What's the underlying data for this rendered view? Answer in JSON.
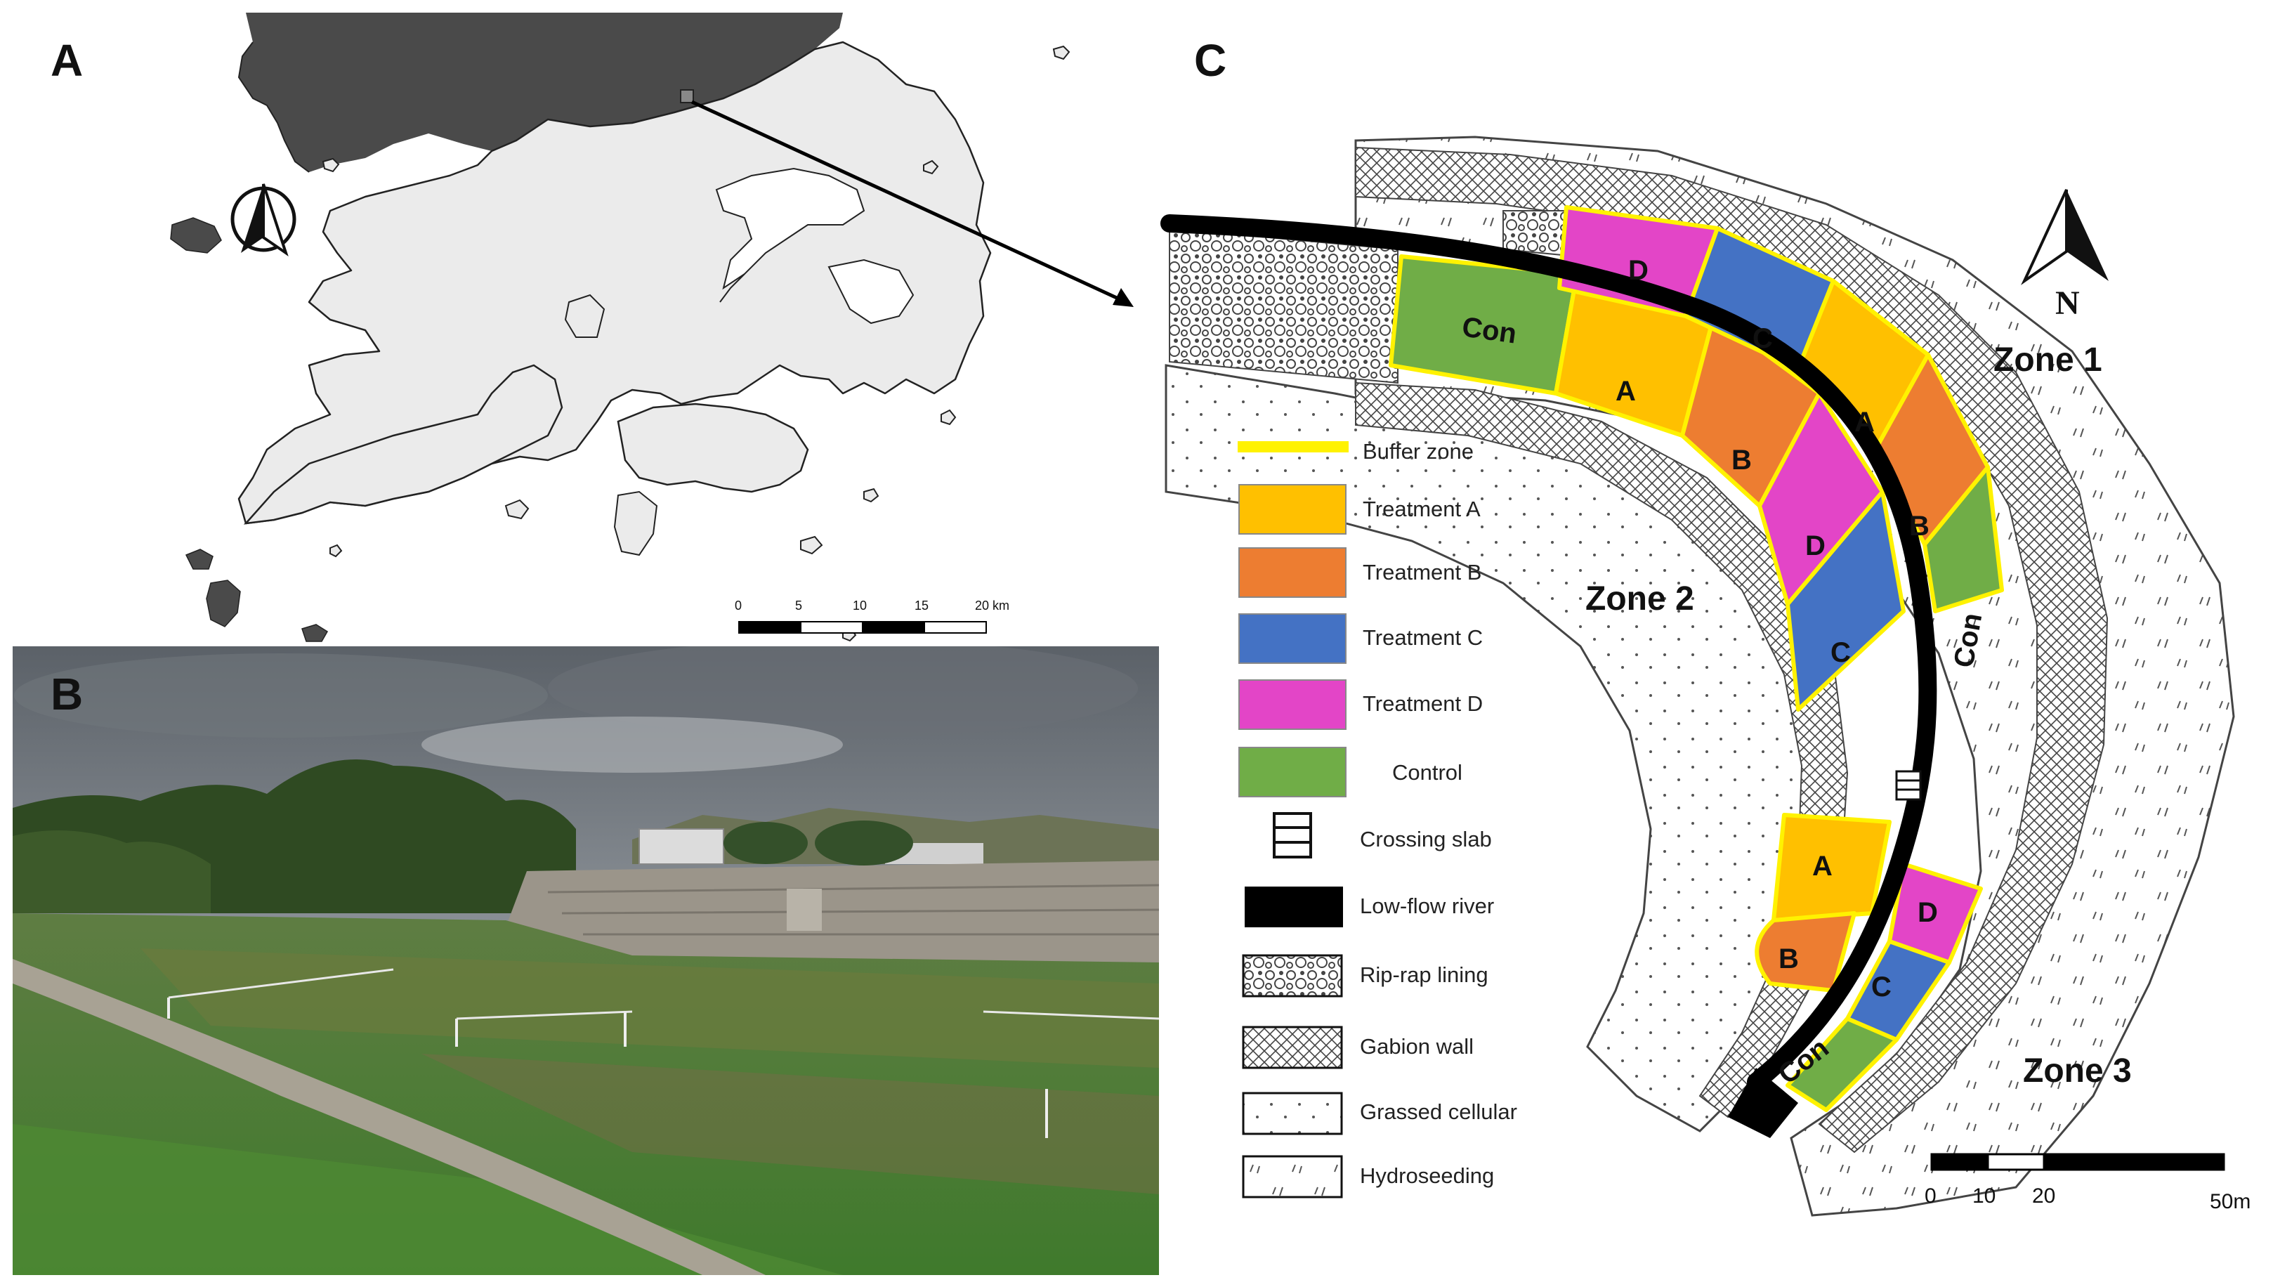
{
  "panels": {
    "a": {
      "letter": "A",
      "scale_ticks": [
        "0",
        "5",
        "10",
        "15",
        "20 km"
      ],
      "north_arrow": "north-arrow-icon"
    },
    "b": {
      "letter": "B",
      "photo": "riverbank-vegetation-photo"
    },
    "c": {
      "letter": "C",
      "north_label": "N",
      "zones": [
        "Zone 1",
        "Zone 2",
        "Zone 3"
      ],
      "plots": {
        "con1": "Con",
        "a1": "A",
        "b1": "B",
        "d1": "D",
        "c1": "C",
        "d2": "D",
        "c2": "C",
        "a2": "A",
        "b2": "B",
        "con2": "Con",
        "a3": "A",
        "b3": "B",
        "d3": "D",
        "c3": "C",
        "con3": "Con"
      },
      "legend": [
        {
          "label": "Buffer zone"
        },
        {
          "label": "Treatment A",
          "color": "#FFC000"
        },
        {
          "label": "Treatment B",
          "color": "#ED7D31"
        },
        {
          "label": "Treatment C",
          "color": "#4472C4"
        },
        {
          "label": "Treatment D",
          "color": "#E345C7"
        },
        {
          "label": "Control",
          "color": "#70AD47"
        },
        {
          "label": "Crossing slab"
        },
        {
          "label": "Low-flow river"
        },
        {
          "label": "Rip-rap lining"
        },
        {
          "label": "Gabion wall"
        },
        {
          "label": "Grassed cellular"
        },
        {
          "label": "Hydroseeding"
        }
      ],
      "scale_ticks": [
        "0",
        "10",
        "20",
        "50m"
      ]
    }
  },
  "colors": {
    "buffer": "#FFF200",
    "river": "#000000",
    "land": "#EBEBEB",
    "mainland": "#4A4A4A"
  }
}
